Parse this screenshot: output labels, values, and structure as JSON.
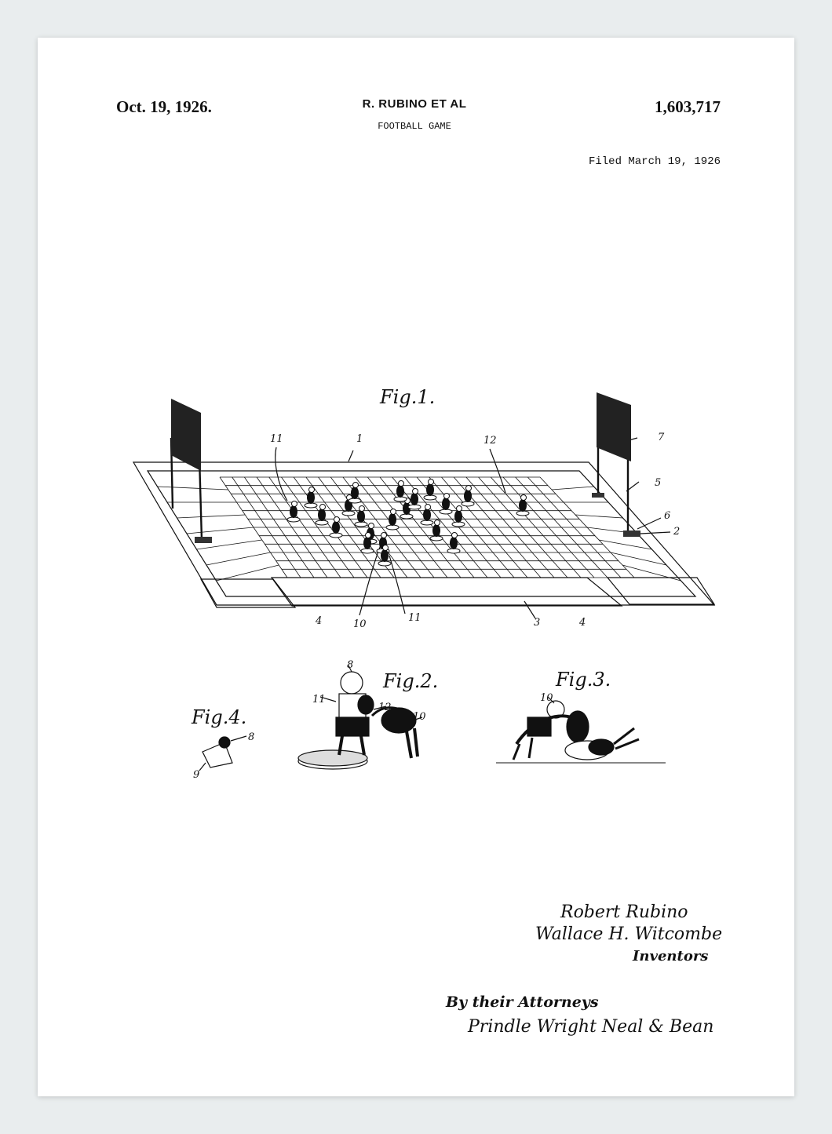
{
  "header": {
    "date": "Oct. 19, 1926.",
    "inventor": "R. RUBINO ET AL",
    "title": "FOOTBALL GAME",
    "patent_number": "1,603,717",
    "filed": "Filed March 19, 1926"
  },
  "figures": {
    "fig1": "Fig.1.",
    "fig2": "Fig.2.",
    "fig3": "Fig.3.",
    "fig4": "Fig.4."
  },
  "reference_numerals": {
    "fig1": [
      "11",
      "1",
      "12",
      "7",
      "5",
      "6",
      "2",
      "4",
      "10",
      "11",
      "3",
      "4"
    ],
    "fig2": [
      "8",
      "11",
      "12",
      "10"
    ],
    "fig3": [
      "10"
    ],
    "fig4": [
      "8",
      "9"
    ]
  },
  "signatures": {
    "inventor_1": "Robert Rubino",
    "inventor_2": "Wallace H. Witcombe",
    "inventors_label": "Inventors",
    "attorneys_label": "By their Attorneys",
    "attorneys": "Prindle Wright Neal & Bean"
  }
}
